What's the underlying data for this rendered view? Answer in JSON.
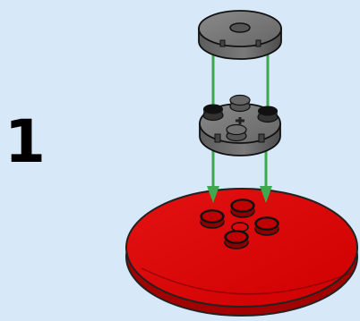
{
  "step": {
    "number": "1"
  },
  "colors": {
    "background": "#d7e8f8",
    "plate_red": "#dd0000",
    "plate_red_dark": "#9d0000",
    "gray_part": "#6c6c6c",
    "gray_dark": "#3d3d3d",
    "arrow_green": "#3fa84e"
  },
  "parts": [
    {
      "name": "round-tile-2x2-with-hole",
      "color": "dark-gray"
    },
    {
      "name": "round-plate-2x2",
      "color": "dark-gray"
    },
    {
      "name": "round-plate-8x8",
      "color": "red"
    }
  ]
}
